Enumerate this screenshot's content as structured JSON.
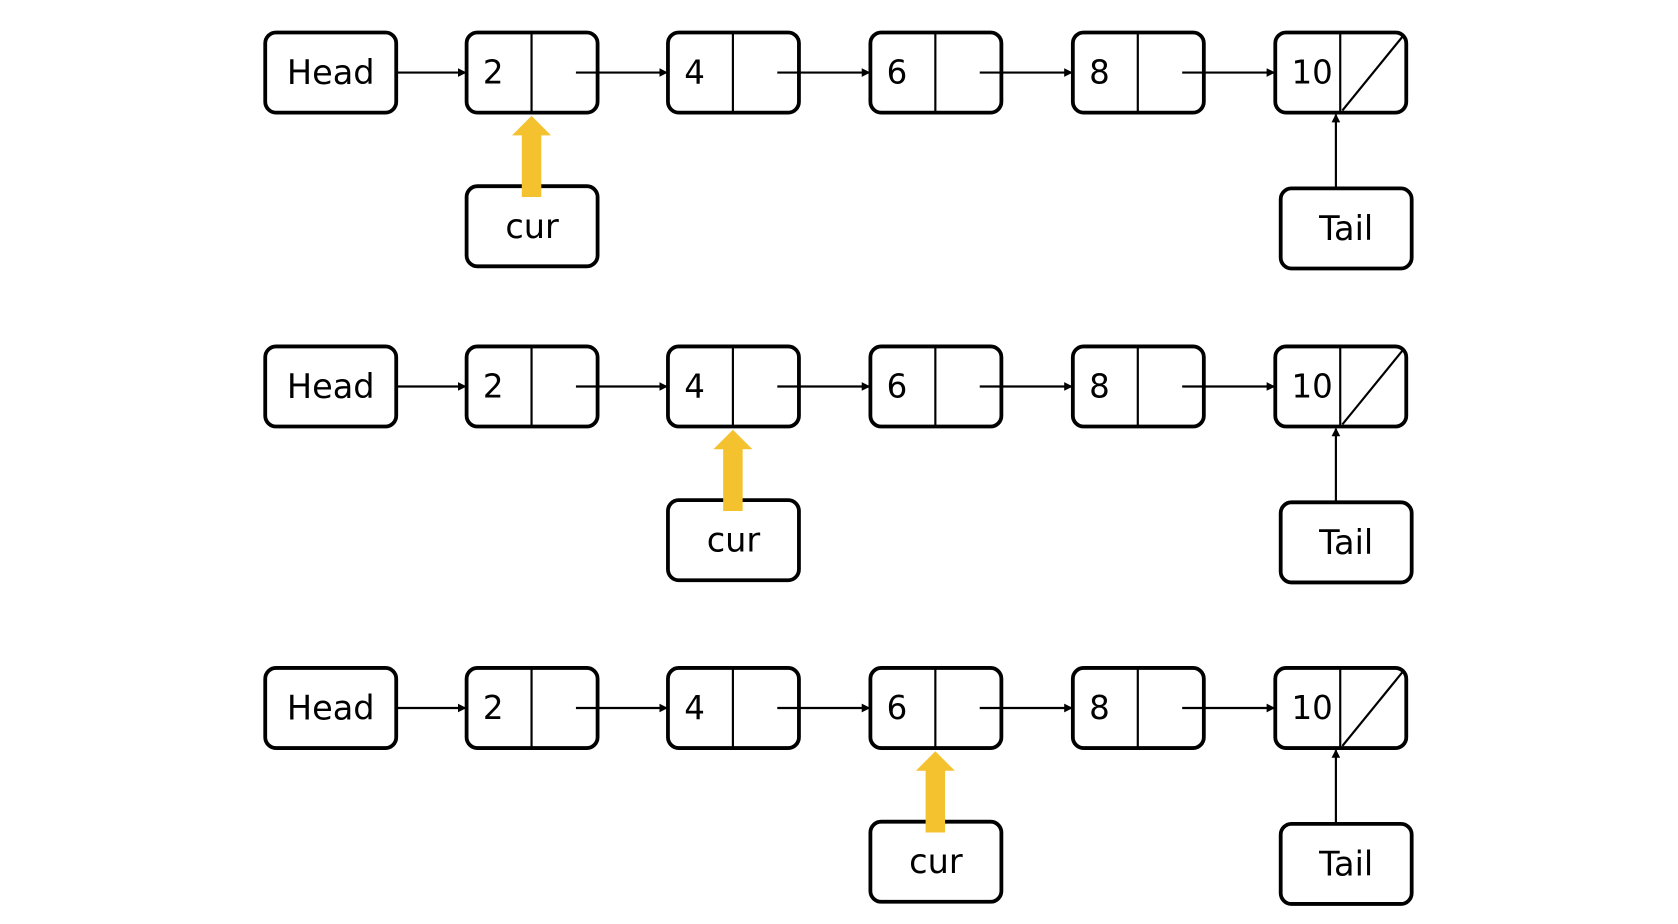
{
  "colors": {
    "stroke": "#000000",
    "background": "#ffffff",
    "cursor_arrow": "#F4C12F"
  },
  "head_label": "Head",
  "tail_label": "Tail",
  "cursor_label": "cur",
  "nodes": [
    "2",
    "4",
    "6",
    "8",
    "10"
  ],
  "rows": [
    {
      "cursor_at": 0
    },
    {
      "cursor_at": 1
    },
    {
      "cursor_at": 2
    }
  ]
}
